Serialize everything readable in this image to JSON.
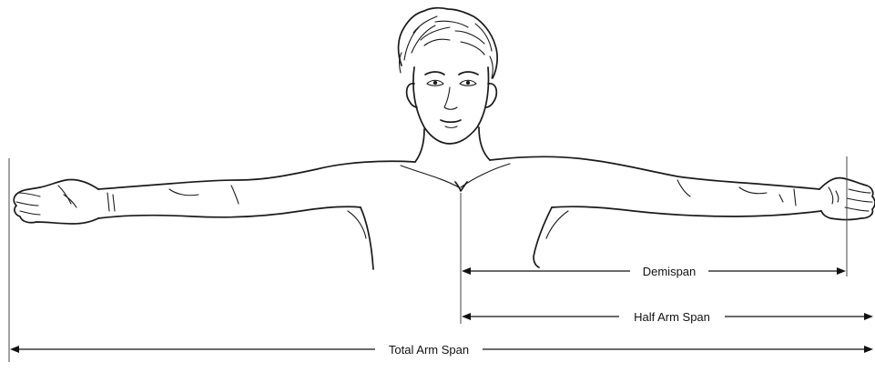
{
  "diagram": {
    "labels": {
      "demispan": "Demispan",
      "half_arm_span": "Half Arm Span",
      "total_arm_span": "Total Arm Span"
    }
  }
}
